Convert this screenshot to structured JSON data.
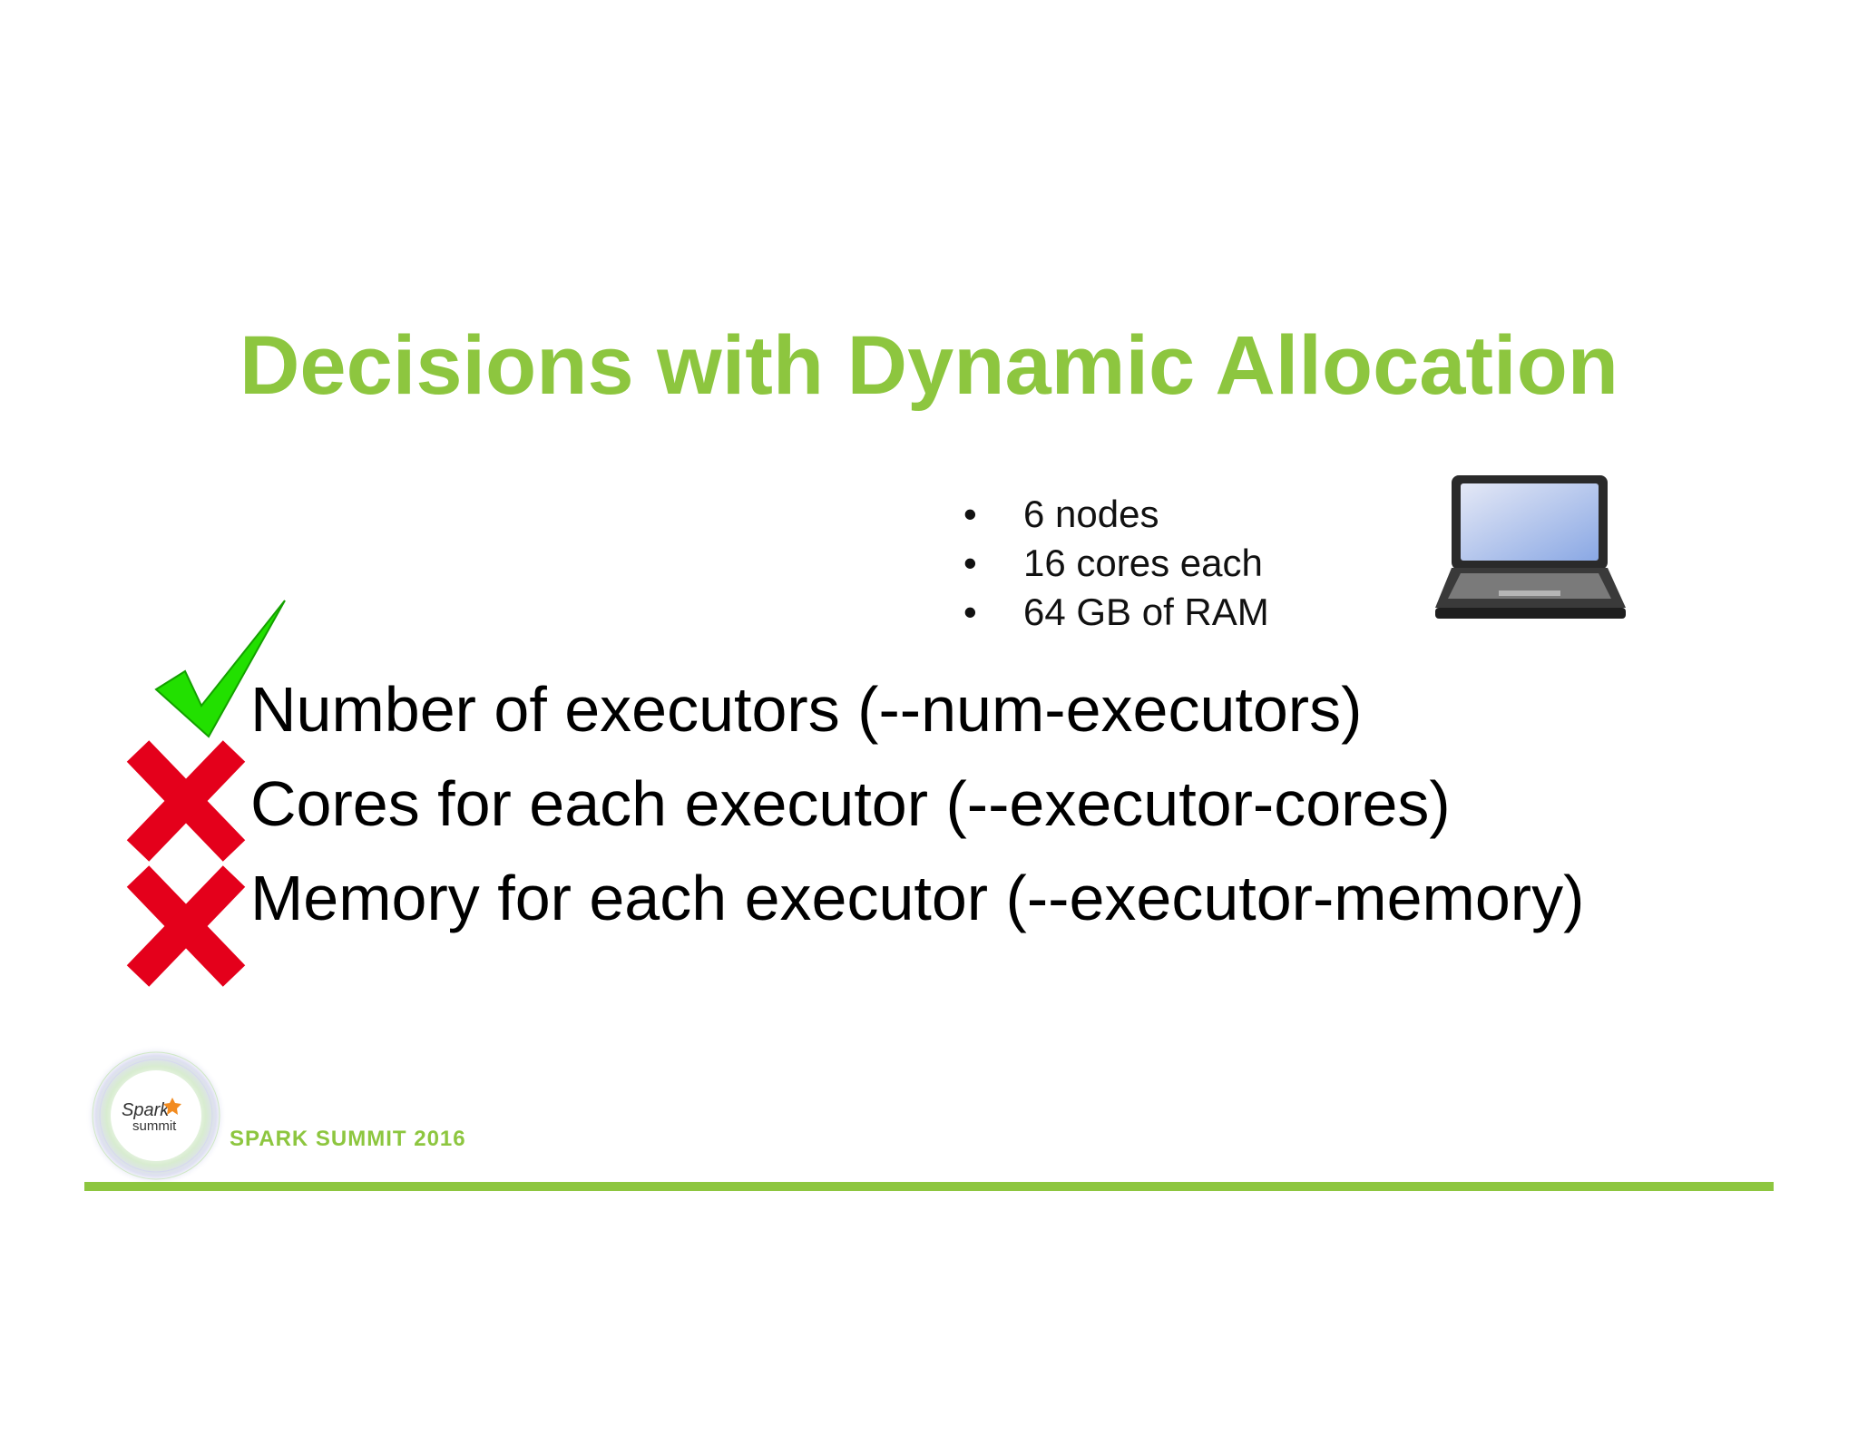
{
  "slide": {
    "title": "Decisions with Dynamic Allocation",
    "specs": [
      {
        "bullet": "•",
        "text": "6 nodes"
      },
      {
        "bullet": "•",
        "text": "16 cores each"
      },
      {
        "bullet": "•",
        "text": "64 GB of RAM"
      }
    ],
    "decisions": [
      {
        "mark": "check",
        "text": "Number of executors (--num-executors)"
      },
      {
        "mark": "cross",
        "text": "Cores for each executor (--executor-cores)"
      },
      {
        "mark": "cross",
        "text": "Memory for each executor (--executor-memory)"
      }
    ],
    "footer": {
      "event": "SPARK SUMMIT 2016",
      "logo_line1": "Spark",
      "logo_line2": "summit"
    },
    "colors": {
      "accent": "#8dc63f",
      "check": "#22e000",
      "cross": "#e4001b"
    },
    "icons": [
      "laptop-icon",
      "checkmark-icon",
      "cross-icon",
      "spark-summit-logo"
    ]
  }
}
